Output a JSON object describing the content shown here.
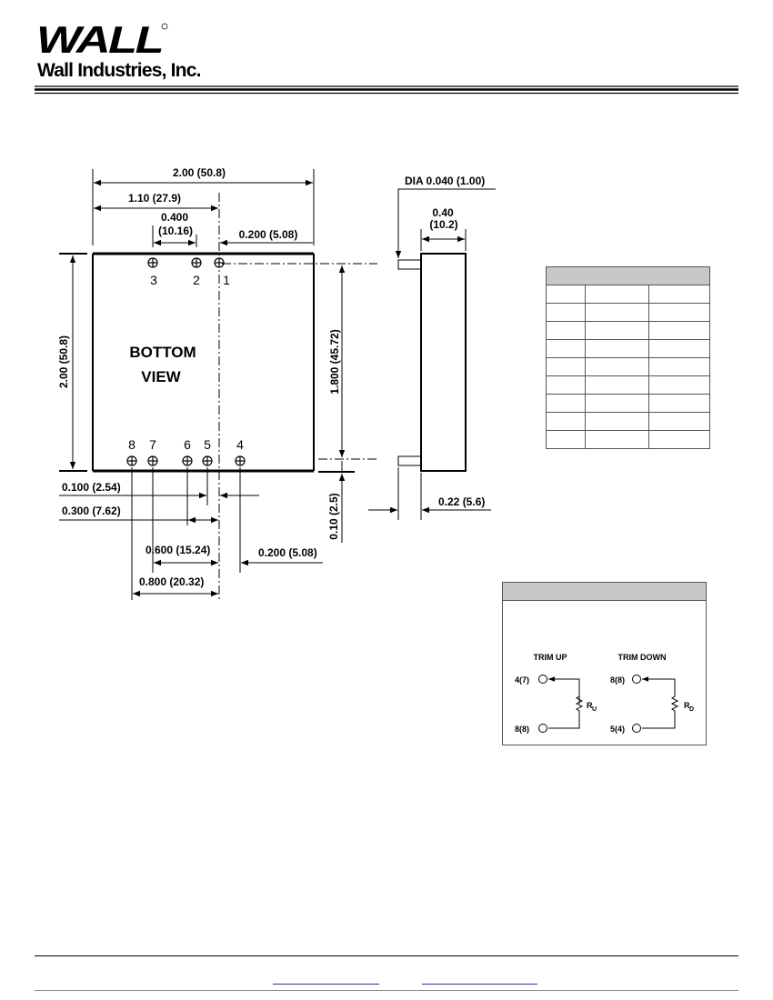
{
  "header": {
    "logo_text": "WALL",
    "company_name": "Wall Industries, Inc."
  },
  "drawing": {
    "view_label_1": "BOTTOM",
    "view_label_2": "VIEW",
    "pins_top": [
      "3",
      "2",
      "1"
    ],
    "pins_bottom": [
      "8",
      "7",
      "6",
      "5",
      "4"
    ],
    "dim_width": "2.00 (50.8)",
    "dim_pin1_x": "1.10 (27.9)",
    "dim_pin_spacing_in": "0.400",
    "dim_pin_spacing_mm": "(10.16)",
    "dim_pin1_to_edge": "0.200 (5.08)",
    "dim_height": "2.00 (50.8)",
    "dim_pin_row_spacing": "1.800 (45.72)",
    "dim_pin5_offset": "0.100 (2.54)",
    "dim_pin6_offset": "0.300 (7.62)",
    "dim_pin7_offset": "0.600 (15.24)",
    "dim_pin4_offset": "0.200 (5.08)",
    "dim_pin8_offset": "0.800 (20.32)",
    "dim_edge_to_pin": "0.10 (2.5)",
    "dim_pin_dia": "DIA 0.040 (1.00)",
    "dim_thickness_in": "0.40",
    "dim_thickness_mm": "(10.2)",
    "dim_pin_length": "0.22 (5.6)"
  },
  "trim": {
    "up_title": "TRIM UP",
    "down_title": "TRIM DOWN",
    "up_top_pin": "4(7)",
    "up_bottom_pin": "8(8)",
    "down_top_pin": "8(8)",
    "down_bottom_pin": "5(4)",
    "ru_label": "R",
    "ru_sub": "U",
    "rd_label": "R",
    "rd_sub": "D"
  }
}
